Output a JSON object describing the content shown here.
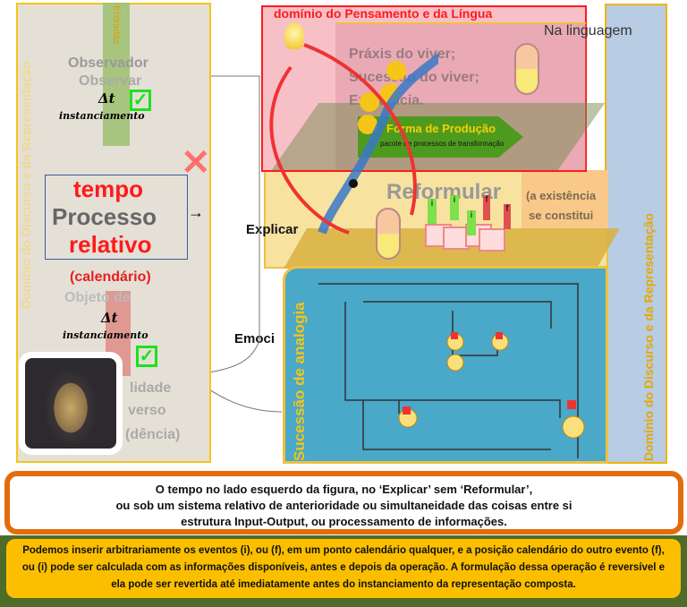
{
  "left_panel": {
    "vertical_label": "Domínio do Discurso e da Representação",
    "entradas": "Entradas",
    "observador": "Observador",
    "observar": "Observar",
    "delta_t_top": "Δt",
    "instanciamento_top": "instanciamento",
    "tempo": "tempo",
    "processo": "Processo",
    "relativo": "relativo",
    "calendario": "(calendário)",
    "objeto": "Objeto de",
    "delta_t_bottom": "Δt",
    "instanciamento_bottom": "instanciamento",
    "lidade": "lidade",
    "verso": "verso",
    "dencia": "(dência)"
  },
  "top_domain": {
    "title": "domínio do Pensamento e da Língua",
    "na_linguagem": "Na linguagem",
    "praxis": [
      "Práxis do viver;",
      "Sucessão do viver;",
      "Existência."
    ],
    "forma_title": "Forma de Produção",
    "forma_sub": "pacote de processos de transformação"
  },
  "middle": {
    "reformular": "Reformular",
    "existencia": [
      "(a existência",
      "se constitui"
    ],
    "explicar": "Explicar",
    "emocionar": "Emoci",
    "markers": [
      "i",
      "i",
      "f",
      "i",
      "f"
    ]
  },
  "analogy": {
    "vertical_label": "Sucessão de analogia"
  },
  "right_column": {
    "vertical_label": "Domínio do Discurso e da Representação"
  },
  "caption": [
    "O tempo no lado esquerdo da figura, no ‘Explicar’ sem ‘Reformular’,",
    "ou sob um sistema relativo de anterioridade ou simultaneidade das coisas entre si",
    "estrutura Input-Output, ou processamento de informações."
  ],
  "note": "Podemos inserir arbitrariamente os eventos (i), ou (f), em um ponto calendário qualquer, e a posição calendário do outro evento (f), ou (i) pode ser calculada com as informações disponíveis, antes e depois da operação. A formulação dessa operação é reversível e ela pode ser revertida até imediatamente antes do instanciamento da representação composta.",
  "colors": {
    "red": "#ff1a1a",
    "yellow": "#f5c518",
    "teal": "#4aa8c8",
    "orange": "#e46c0a",
    "green_band": "#4f6b2a",
    "note_bg": "#fbbf00"
  }
}
